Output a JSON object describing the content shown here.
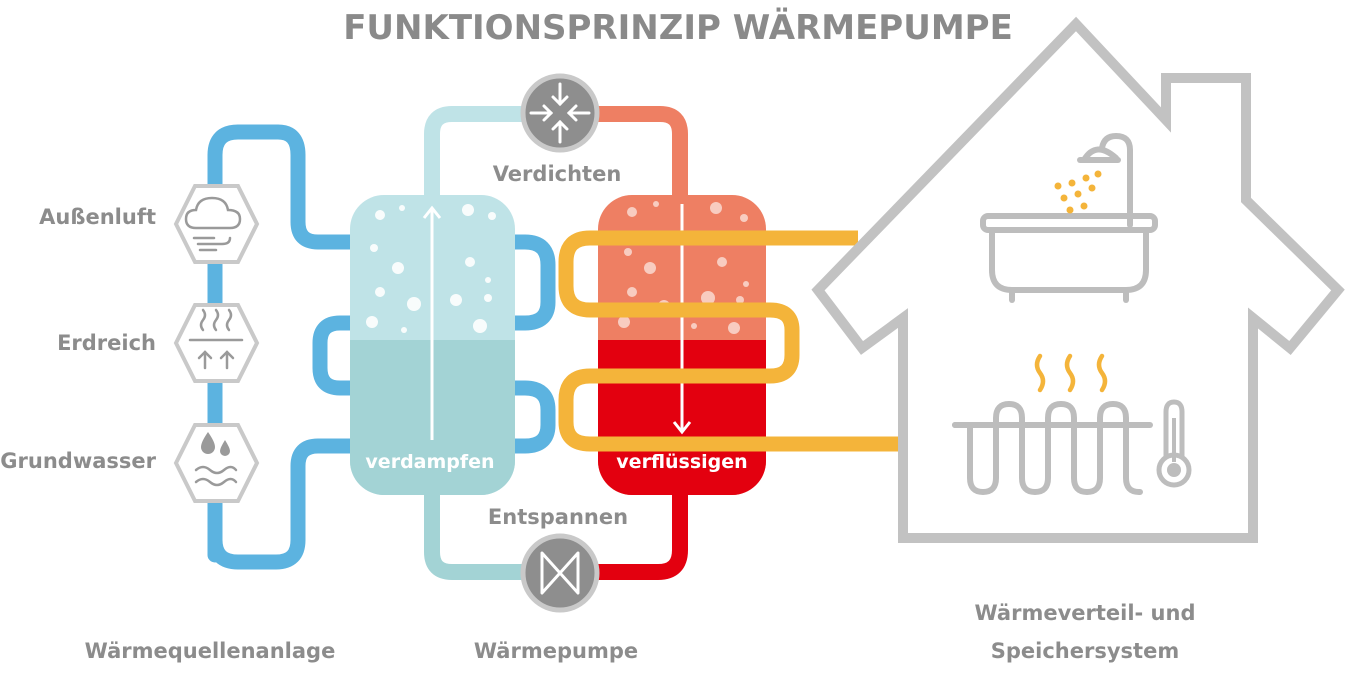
{
  "title": "FUNKTIONSPRINZIP WÄRMEPUMPE",
  "sources": {
    "air": "Außenluft",
    "ground": "Erdreich",
    "groundwater": "Grundwasser"
  },
  "process": {
    "compress": "Verdichten",
    "expand": "Entspannen",
    "evaporate": "verdampfen",
    "condense": "verflüssigen"
  },
  "sections": {
    "source_system": "Wärmequellenanlage",
    "heat_pump": "Wärmepumpe",
    "distribution_line1": "Wärmeverteil- und",
    "distribution_line2": "Speichersystem"
  },
  "icons": {
    "air": "cloud-wind-icon",
    "ground": "ground-heat-icon",
    "groundwater": "water-drops-icon",
    "compressor": "compressor-icon",
    "expansion_valve": "expansion-valve-icon",
    "bathtub": "bathtub-shower-icon",
    "heating": "underfloor-heating-icon",
    "thermometer": "thermometer-icon",
    "house": "house-icon"
  },
  "colors": {
    "title": "#8a8a8a",
    "label": "#8c8c8c",
    "source_loop": "#5cb3e0",
    "cold_refrigerant": "#a8d6da",
    "evaporator": "#bfe3e7",
    "evaporator_liquid": "#a3d3d5",
    "hot_refrigerant": "#ee7f63",
    "condenser_liquid": "#e3000f",
    "heating_loop": "#f4b43a",
    "house_outline": "#c2c2c2",
    "node_gray": "#8e8e8e"
  }
}
